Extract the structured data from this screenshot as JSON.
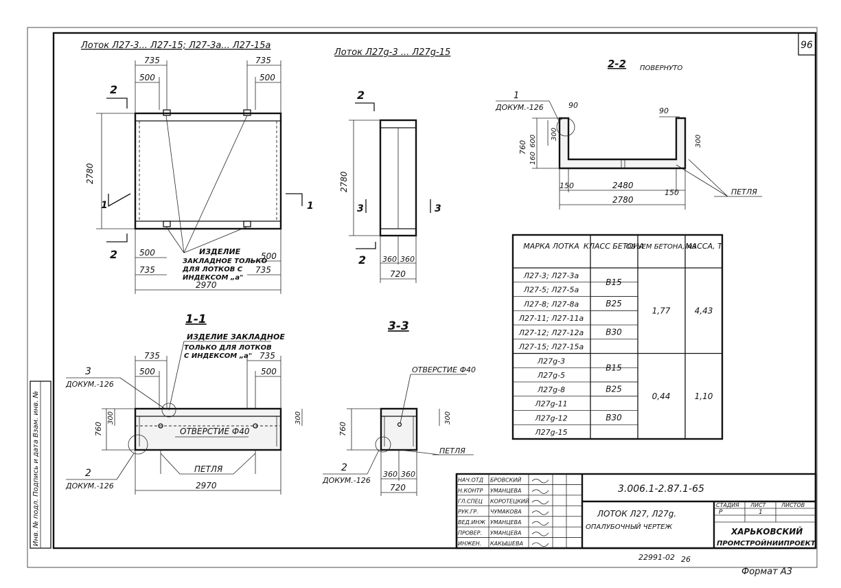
{
  "sheet_number": "96",
  "views": {
    "plan1_title": "Лоток Л27-3... Л27-15; Л27-3а... Л27-15а",
    "plan2_title": "Лоток Л27g-3 ... Л27g-15",
    "section22_title": "2-2",
    "section22_note": "ПОВЕРНУТО",
    "section11_title": "1-1",
    "section33_title": "3-3",
    "cut2": "2",
    "cut1": "1",
    "cut3": "3"
  },
  "dims": {
    "d735": "735",
    "d500": "500",
    "d2780": "2780",
    "d2970": "2970",
    "d360": "360",
    "d720": "720",
    "d90": "90",
    "d760": "760",
    "d300": "300",
    "d160": "160",
    "d600": "600",
    "d150": "150",
    "d2480": "2480"
  },
  "notes": {
    "embed_plan": [
      "ИЗДЕЛИЕ",
      "ЗАКЛАДНОЕ ТОЛЬКО",
      "ДЛЯ ЛОТКОВ С",
      "ИНДЕКСОМ „а\""
    ],
    "embed_section": [
      "ИЗДЕЛИЕ ЗАКЛАДНОЕ",
      "ТОЛЬКО ДЛЯ ЛОТКОВ",
      "С ИНДЕКСОМ „а\""
    ],
    "hole": "ОТВЕРСТИЕ Ф40",
    "hole_33": "ОТВЕРСТИЕ Ф40",
    "loop": "ПЕТЛЯ",
    "ref1_num": "1",
    "ref2_num": "2",
    "ref3_num": "3",
    "ref_doc": "ДОКУМ.-126"
  },
  "table": {
    "headers": [
      "МАРКА ЛОТКА",
      "КЛАСС БЕТОНА",
      "ОБЪЕМ БЕТОНА, м3",
      "МАССА, Т"
    ],
    "marks": [
      "Л27-3; Л27-3а",
      "Л27-5; Л27-5а",
      "Л27-8; Л27-8а",
      "Л27-11; Л27-11а",
      "Л27-12; Л27-12а",
      "Л27-15; Л27-15а",
      "Л27g-3",
      "Л27g-5",
      "Л27g-8",
      "Л27g-11",
      "Л27g-12",
      "Л27g-15"
    ],
    "classes": [
      "В15",
      "В25",
      "В30",
      "В15",
      "В25",
      "В30"
    ],
    "volumes": [
      "1,77",
      "0,44"
    ],
    "masses": [
      "4,43",
      "1,10"
    ]
  },
  "title_block": {
    "roles": [
      "НАЧ.ОТД",
      "Н.КОНТР",
      "ГЛ.СПЕЦ",
      "РУК.ГР.",
      "ВЕД.ИНЖ",
      "ПРОВЕР.",
      "ИНЖЕН."
    ],
    "names": [
      "БРОВСКИЙ",
      "УМАНЦЕВА",
      "КОРОТЕЦКИЙ",
      "ЧУМАКОВА",
      "УМАНЦЕВА",
      "УМАНЦЕВА",
      "КАКЫШЕВА"
    ],
    "doc_code": "3.006.1-2.87.1-65",
    "name_line1": "ЛОТОК Л27, Л27g.",
    "name_line2": "ОПАЛУБОЧНЫЙ ЧЕРТЕЖ",
    "stage_label": "СТАДИЯ",
    "sheet_label": "ЛИСТ",
    "sheets_label": "ЛИСТОВ",
    "stage": "Р",
    "sheet": "1",
    "org_line1": "ХАРЬКОВСКИЙ",
    "org_line2": "ПРОМСТРОЙНИИПРОЕКТ"
  },
  "side_stamp": "Инв. № подл. Подпись и дата Взам. инв. №",
  "bottom_code": "22991-02",
  "bottom_page": "26",
  "format_label": "Формат А3"
}
